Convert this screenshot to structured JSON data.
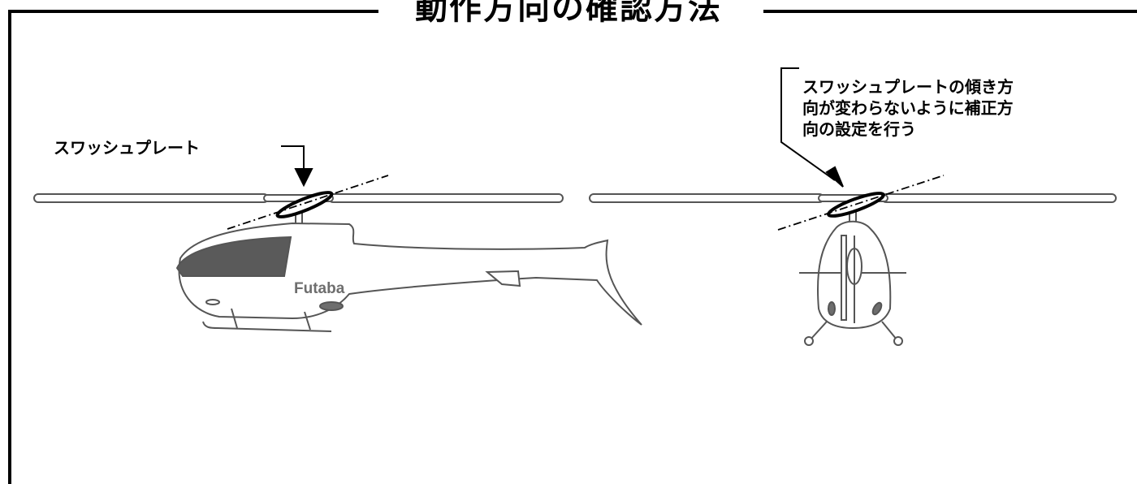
{
  "title": "動作方向の確認方法",
  "swashplate_label": "スワッシュプレート",
  "callout_lines": [
    "スワッシュプレートの傾き方",
    "向が変わらないように補正方",
    "向の設定を行う"
  ],
  "brand_text": "Futaba",
  "colors": {
    "line": "#000000",
    "outline": "#555555",
    "canopy": "#5a5a5a",
    "accent": "#6e6e6e"
  }
}
